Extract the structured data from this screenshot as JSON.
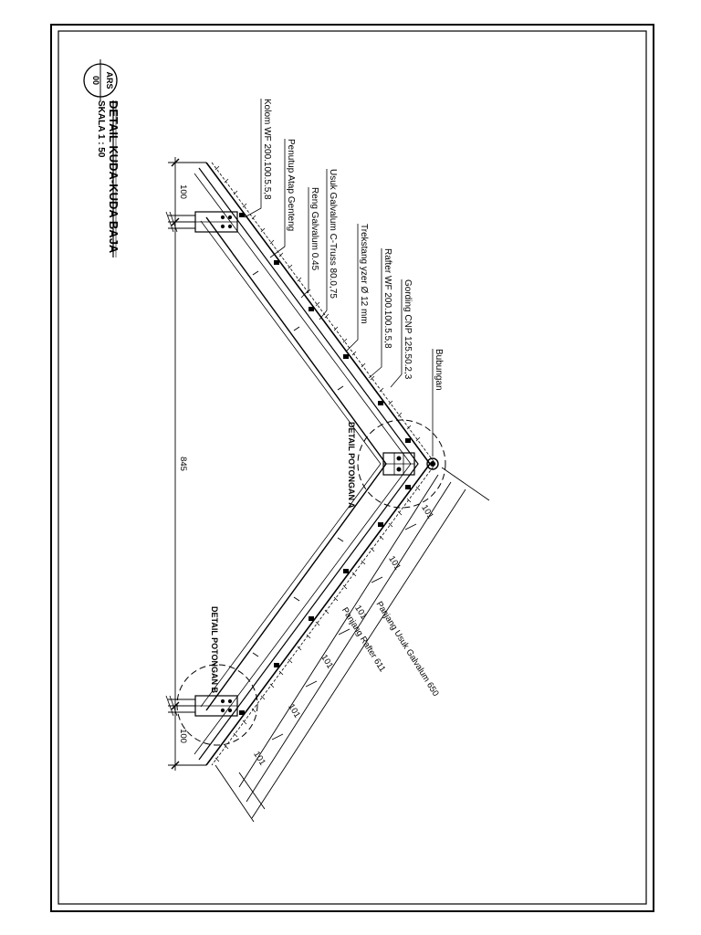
{
  "title": "DETAIL KUDA-KUDA BAJA",
  "scale": "SKALA 1 : 50",
  "symbol": {
    "code": "ARS",
    "number": "00"
  },
  "labels": {
    "kolom": "Kolom WF 200.100.5.5,8",
    "penutup": "Penutup Atap Genteng",
    "usuk": "Usuk Galvalum C-Truss 80.0,75",
    "reng": "Reng Galvalum 0.45",
    "trekstang": "Trekstang yzer Ø 12 mm",
    "rafter": "Rafter WF 200.100.5.5,8",
    "gording": "Gording CNP 125.50.2,3",
    "bubungan": "Bubungan"
  },
  "details": {
    "a": "DETAIL POTONGAN A",
    "b": "DETAIL POTONGAN B"
  },
  "dimensions": {
    "span": "845",
    "top_offset": "100",
    "bottom_offset": "100",
    "segments": [
      "101",
      "101",
      "101",
      "101",
      "101",
      "101"
    ],
    "rafter_length": "Panjang Rafter 611",
    "usuk_length": "Panjang Usuk Galvalum 650"
  }
}
